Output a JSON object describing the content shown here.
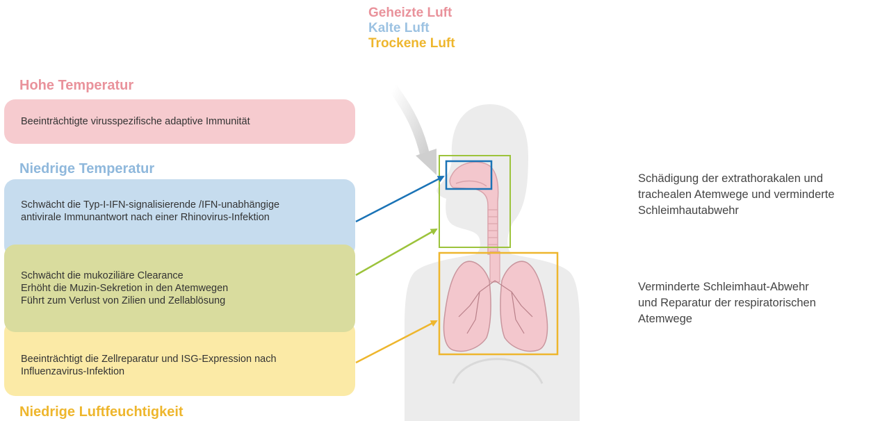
{
  "legend": [
    {
      "label": "Geheizte Luft",
      "color": "#e9929b"
    },
    {
      "label": "Kalte Luft",
      "color": "#9cc2e2"
    },
    {
      "label": "Trockene Luft",
      "color": "#eeb62d"
    }
  ],
  "headings": {
    "high_temp": {
      "label": "Hohe Temperatur",
      "color": "#e9929b"
    },
    "low_temp": {
      "label": "Niedrige Temperatur",
      "color": "#8fb8dc"
    },
    "low_humidity": {
      "label": "Niedrige Luftfeuchtigkeit",
      "color": "#eeb62d"
    }
  },
  "boxes": {
    "high_temp": {
      "lines": [
        "Beeinträchtigte virusspezifische adaptive Immunität"
      ],
      "color": "#f6cbcf"
    },
    "low_temp": {
      "lines": [
        "Schwächt die Typ-I-IFN-signalisierende /IFN-unabhängige",
        "antivirale Immunantwort nach einer Rhinovirus-Infektion"
      ],
      "color": "#c6dcee"
    },
    "mucociliary": {
      "lines": [
        "Schwächt die mukoziliäre Clearance",
        "Erhöht die Muzin-Sekretion in den Atemwegen",
        "Führt zum Verlust von Zilien und Zellablösung"
      ],
      "color": "#d9dc9e"
    },
    "humidity": {
      "lines": [
        "Beeinträchtigt die Zellreparatur und ISG-Expression nach",
        "Influenzavirus-Infektion"
      ],
      "color": "#fbeaa6"
    }
  },
  "right_text": {
    "upper": [
      "Schädigung der extrathorakalen und",
      "trachealen Atemwege und verminderte",
      "Schleimhautabwehr"
    ],
    "lower": [
      "Verminderte Schleimhaut-Abwehr",
      "und Reparatur der respiratorischen",
      "Atemwege"
    ]
  },
  "colors": {
    "blue_arrow": "#1a73b6",
    "green_arrow": "#9cc33b",
    "yellow_arrow": "#eeb62d",
    "body": "#ececec",
    "airway": "#f3c7cd"
  },
  "icons": [
    "human-silhouette",
    "respiratory-tract",
    "lungs"
  ]
}
